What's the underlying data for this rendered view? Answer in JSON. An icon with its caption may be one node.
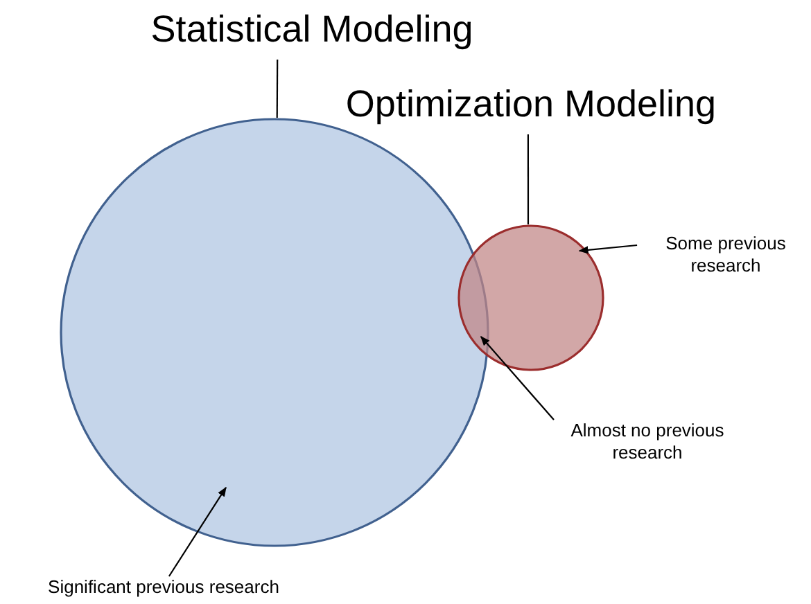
{
  "diagram": {
    "nodes": [
      {
        "text": [
          "Statistical Modeling"
        ]
      },
      {
        "text": [],
        "shape": "circle"
      },
      {
        "text": [
          "Optimization Modeling"
        ]
      },
      {
        "text": [],
        "shape": "circle"
      },
      {
        "text": [
          "Some previous research"
        ]
      },
      {
        "text": [
          "Almost no previous research"
        ]
      },
      {
        "text": [
          "Significant previous research"
        ]
      }
    ],
    "edges": [
      {
        "from": 0,
        "to": 1,
        "arrow": "none"
      },
      {
        "from": 2,
        "to": 3,
        "arrow": "none"
      },
      {
        "from": 4,
        "to": 3,
        "arrow": "to"
      },
      {
        "from": 5,
        "to": 3,
        "arrow": "to"
      },
      {
        "from": 6,
        "to": 1,
        "arrow": "to"
      }
    ]
  }
}
